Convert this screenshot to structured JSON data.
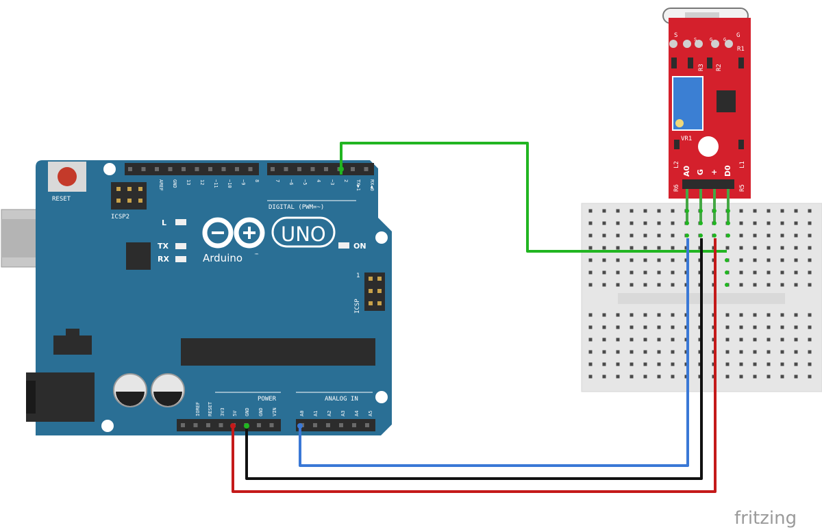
{
  "arduino": {
    "reset_label": "RESET",
    "icsp2_label": "ICSP2",
    "icsp_label": "ICSP",
    "brand": "Arduino",
    "tm": "™",
    "model": "UNO",
    "led_l": "L",
    "led_tx": "TX",
    "led_rx": "RX",
    "led_on": "ON",
    "icsp_pin1": "1",
    "digital_label": "DIGITAL (PWM=~)",
    "power_label": "POWER",
    "analog_label": "ANALOG IN",
    "top_pins": [
      "AREF",
      "GND",
      "13",
      "12",
      "~11",
      "~10",
      "~9",
      "8",
      "7",
      "~6",
      "~5",
      "4",
      "~3",
      "2",
      "TX▶1",
      "RX◀0"
    ],
    "power_pins": [
      "IOREF",
      "RESET",
      "3V3",
      "5V",
      "GND",
      "GND",
      "VIN"
    ],
    "analog_pins": [
      "A0",
      "A1",
      "A2",
      "A3",
      "A4",
      "A5"
    ]
  },
  "sensor": {
    "labels_top": [
      "S",
      "G"
    ],
    "labels_small": [
      "S",
      "G",
      "G"
    ],
    "r_labels": [
      "R1",
      "R2",
      "R3"
    ],
    "vr_label": "VR1",
    "pin_labels": [
      "A0",
      "G",
      "+",
      "D0"
    ],
    "side_labels": [
      "R6",
      "R5",
      "L2",
      "L1"
    ]
  },
  "watermark": "fritzing",
  "colors": {
    "board": "#2a6f95",
    "sensor": "#d4202c",
    "wire_green": "#21b521",
    "wire_blue": "#3a78d6",
    "wire_black": "#111111",
    "wire_red": "#c41a1a"
  }
}
